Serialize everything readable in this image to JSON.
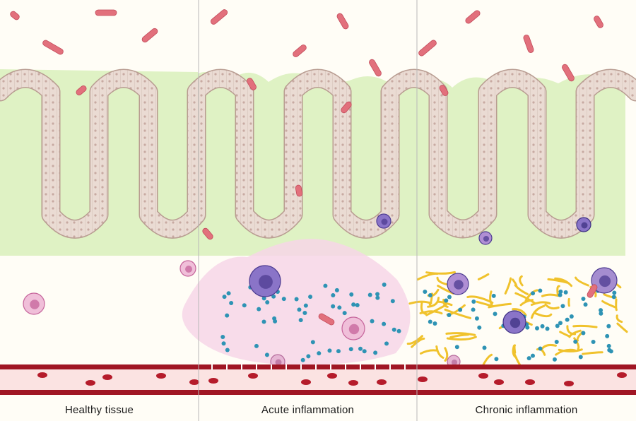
{
  "panels": [
    {
      "label": "Healthy tissue"
    },
    {
      "label": "Acute inflammation"
    },
    {
      "label": "Chronic inflammation"
    }
  ],
  "colors": {
    "background": "#fffdf6",
    "mucus": "#dff2c4",
    "epithelium": "#eadbd3",
    "nucleus": "#c8aaa2",
    "bacteria": "#e2707c",
    "blood_vessel": "#a01624",
    "vessel_lumen": "#fbe3e2",
    "inflamed_zone": "#f7d6e8",
    "collagen": "#f0c22c",
    "cytokine": "#2e93b4",
    "immune_cell": "#8a74c8",
    "neutrophil": "#f0bfd9"
  }
}
